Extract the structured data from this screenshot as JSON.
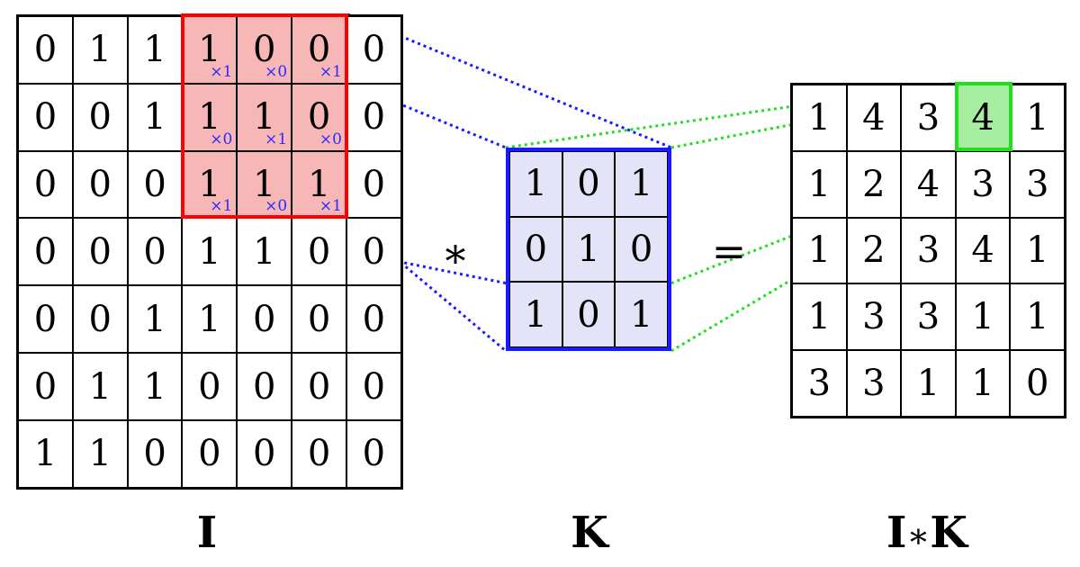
{
  "input_matrix": {
    "label": "I",
    "values": [
      [
        "0",
        "1",
        "1",
        "1",
        "0",
        "0",
        "0"
      ],
      [
        "0",
        "0",
        "1",
        "1",
        "1",
        "0",
        "0"
      ],
      [
        "0",
        "0",
        "0",
        "1",
        "1",
        "1",
        "0"
      ],
      [
        "0",
        "0",
        "0",
        "1",
        "1",
        "0",
        "0"
      ],
      [
        "0",
        "0",
        "1",
        "1",
        "0",
        "0",
        "0"
      ],
      [
        "0",
        "1",
        "1",
        "0",
        "0",
        "0",
        "0"
      ],
      [
        "1",
        "1",
        "0",
        "0",
        "0",
        "0",
        "0"
      ]
    ],
    "highlight": {
      "row_start": 0,
      "col_start": 3,
      "size": 3
    },
    "multipliers": [
      [
        "×1",
        "×0",
        "×1"
      ],
      [
        "×0",
        "×1",
        "×0"
      ],
      [
        "×1",
        "×0",
        "×1"
      ]
    ]
  },
  "kernel": {
    "label": "K",
    "values": [
      [
        "1",
        "0",
        "1"
      ],
      [
        "0",
        "1",
        "0"
      ],
      [
        "1",
        "0",
        "1"
      ]
    ]
  },
  "output_matrix": {
    "label_left": "I",
    "label_op": "∗",
    "label_right": "K",
    "values": [
      [
        "1",
        "4",
        "3",
        "4",
        "1"
      ],
      [
        "1",
        "2",
        "4",
        "3",
        "3"
      ],
      [
        "1",
        "2",
        "3",
        "4",
        "1"
      ],
      [
        "1",
        "3",
        "3",
        "1",
        "1"
      ],
      [
        "3",
        "3",
        "1",
        "1",
        "0"
      ]
    ],
    "highlight": {
      "row": 0,
      "col": 3
    }
  },
  "operators": {
    "convolve": "∗",
    "equals": "="
  },
  "colors": {
    "input_highlight_fill": "#f7b7b7",
    "input_highlight_border": "#ff0000",
    "kernel_fill": "#e4e4f8",
    "kernel_border": "#1a1aff",
    "output_highlight_fill": "#a8eea0",
    "output_highlight_border": "#22dd22",
    "multiplier_text": "#2b2bff",
    "blue_lines": "#1a1aff",
    "green_lines": "#22dd22"
  }
}
